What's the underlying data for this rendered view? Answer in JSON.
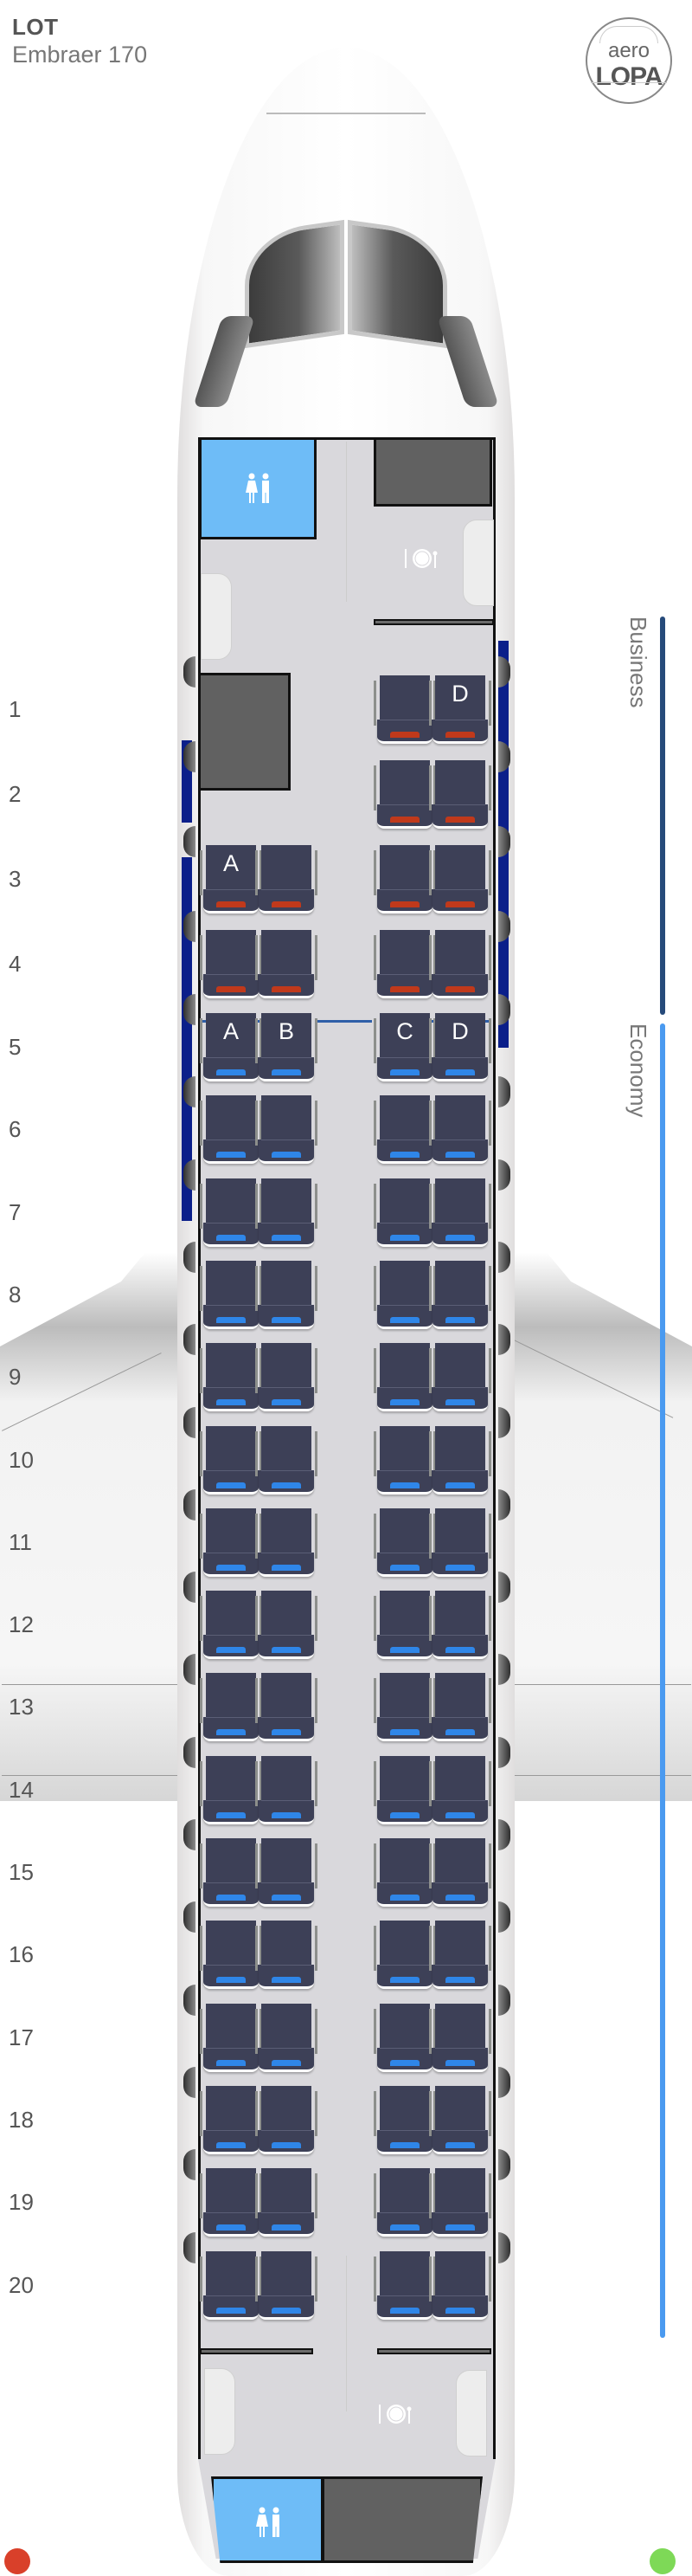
{
  "header": {
    "airline": "LOT",
    "aircraft": "Embraer 170"
  },
  "logo": {
    "line1": "aero",
    "line2": "LOPA"
  },
  "cabin_classes": [
    {
      "name": "Business",
      "rows": "1-4",
      "color": "#264a7a",
      "accent_color": "#c0391b"
    },
    {
      "name": "Economy",
      "rows": "5-20",
      "color": "#4a9af0",
      "accent_color": "#2f86e8"
    }
  ],
  "rows": [
    {
      "row": "1",
      "seats": [
        {
          "pos": "C",
          "label": ""
        },
        {
          "pos": "D",
          "label": "D"
        }
      ],
      "class": "business"
    },
    {
      "row": "2",
      "seats": [
        {
          "pos": "C",
          "label": ""
        },
        {
          "pos": "D",
          "label": ""
        }
      ],
      "class": "business"
    },
    {
      "row": "3",
      "seats": [
        {
          "pos": "A",
          "label": "A"
        },
        {
          "pos": "B",
          "label": ""
        },
        {
          "pos": "C",
          "label": ""
        },
        {
          "pos": "D",
          "label": ""
        }
      ],
      "class": "business"
    },
    {
      "row": "4",
      "seats": [
        {
          "pos": "A",
          "label": ""
        },
        {
          "pos": "B",
          "label": ""
        },
        {
          "pos": "C",
          "label": ""
        },
        {
          "pos": "D",
          "label": ""
        }
      ],
      "class": "business"
    },
    {
      "row": "5",
      "seats": [
        {
          "pos": "A",
          "label": "A"
        },
        {
          "pos": "B",
          "label": "B"
        },
        {
          "pos": "C",
          "label": "C"
        },
        {
          "pos": "D",
          "label": "D"
        }
      ],
      "class": "economy"
    },
    {
      "row": "6",
      "seats": [
        {
          "pos": "A"
        },
        {
          "pos": "B"
        },
        {
          "pos": "C"
        },
        {
          "pos": "D"
        }
      ],
      "class": "economy"
    },
    {
      "row": "7",
      "seats": [
        {
          "pos": "A"
        },
        {
          "pos": "B"
        },
        {
          "pos": "C"
        },
        {
          "pos": "D"
        }
      ],
      "class": "economy"
    },
    {
      "row": "8",
      "seats": [
        {
          "pos": "A"
        },
        {
          "pos": "B"
        },
        {
          "pos": "C"
        },
        {
          "pos": "D"
        }
      ],
      "class": "economy"
    },
    {
      "row": "9",
      "seats": [
        {
          "pos": "A"
        },
        {
          "pos": "B"
        },
        {
          "pos": "C"
        },
        {
          "pos": "D"
        }
      ],
      "class": "economy"
    },
    {
      "row": "10",
      "seats": [
        {
          "pos": "A"
        },
        {
          "pos": "B"
        },
        {
          "pos": "C"
        },
        {
          "pos": "D"
        }
      ],
      "class": "economy"
    },
    {
      "row": "11",
      "seats": [
        {
          "pos": "A"
        },
        {
          "pos": "B"
        },
        {
          "pos": "C"
        },
        {
          "pos": "D"
        }
      ],
      "class": "economy"
    },
    {
      "row": "12",
      "seats": [
        {
          "pos": "A"
        },
        {
          "pos": "B"
        },
        {
          "pos": "C"
        },
        {
          "pos": "D"
        }
      ],
      "class": "economy"
    },
    {
      "row": "13",
      "seats": [
        {
          "pos": "A"
        },
        {
          "pos": "B"
        },
        {
          "pos": "C"
        },
        {
          "pos": "D"
        }
      ],
      "class": "economy"
    },
    {
      "row": "14",
      "seats": [
        {
          "pos": "A"
        },
        {
          "pos": "B"
        },
        {
          "pos": "C"
        },
        {
          "pos": "D"
        }
      ],
      "class": "economy"
    },
    {
      "row": "15",
      "seats": [
        {
          "pos": "A"
        },
        {
          "pos": "B"
        },
        {
          "pos": "C"
        },
        {
          "pos": "D"
        }
      ],
      "class": "economy"
    },
    {
      "row": "16",
      "seats": [
        {
          "pos": "A"
        },
        {
          "pos": "B"
        },
        {
          "pos": "C"
        },
        {
          "pos": "D"
        }
      ],
      "class": "economy"
    },
    {
      "row": "17",
      "seats": [
        {
          "pos": "A"
        },
        {
          "pos": "B"
        },
        {
          "pos": "C"
        },
        {
          "pos": "D"
        }
      ],
      "class": "economy"
    },
    {
      "row": "18",
      "seats": [
        {
          "pos": "A"
        },
        {
          "pos": "B"
        },
        {
          "pos": "C"
        },
        {
          "pos": "D"
        }
      ],
      "class": "economy"
    },
    {
      "row": "19",
      "seats": [
        {
          "pos": "A"
        },
        {
          "pos": "B"
        },
        {
          "pos": "C"
        },
        {
          "pos": "D"
        }
      ],
      "class": "economy"
    },
    {
      "row": "20",
      "seats": [
        {
          "pos": "A"
        },
        {
          "pos": "B"
        },
        {
          "pos": "C"
        },
        {
          "pos": "D"
        }
      ],
      "class": "economy"
    }
  ],
  "facilities": {
    "front_lavatory": "lavatory-icon",
    "front_galley": "meal-icon",
    "rear_lavatory": "lavatory-icon",
    "rear_galley": "meal-icon"
  },
  "colors": {
    "lavatory": "#6ebcf7",
    "galley_block": "#616161",
    "cabin_floor": "#d9d8dc",
    "seat": "#3d4057",
    "exit_left": "#d9402a",
    "exit_right": "#7ed957"
  }
}
